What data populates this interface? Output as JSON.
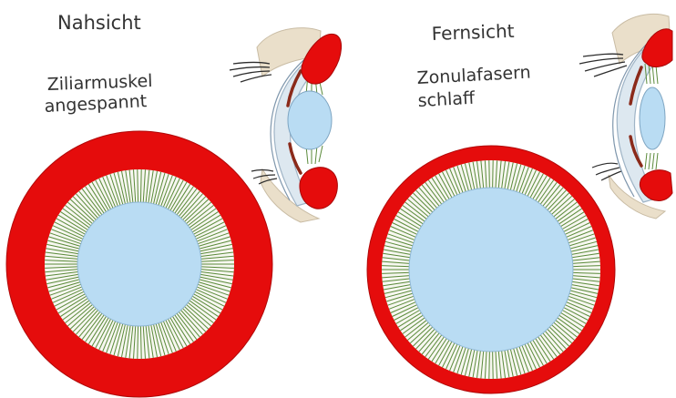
{
  "left_panel": {
    "title": "Nahsicht",
    "caption_line1": "Ziliarmuskel",
    "caption_line2": "angespannt"
  },
  "right_panel": {
    "title": "Fernsicht",
    "caption_line1": "Zonulafasern",
    "caption_line2": "schlaff"
  },
  "colors": {
    "ciliary_muscle": "#e50c0c",
    "lens": "#b9dcf3",
    "zonule_fibers": "#5a8a3a",
    "cornea": "#dde8f0",
    "eyelid": "#eadfca"
  }
}
